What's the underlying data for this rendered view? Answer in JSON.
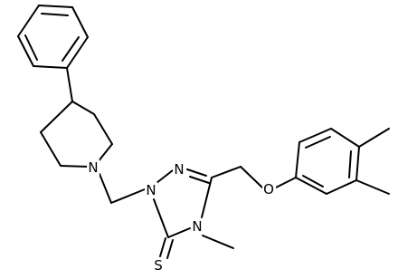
{
  "atoms": {
    "n_piperidine": "N",
    "n1": "N",
    "n2": "N",
    "n4": "N",
    "oxygen": "O",
    "sulfur": "S",
    "methyl_n4": "CH3",
    "methyl_1": "CH3",
    "methyl_2": "CH3"
  },
  "colors": {
    "bond": "#000000",
    "label": "#000000",
    "background": "#ffffff"
  }
}
